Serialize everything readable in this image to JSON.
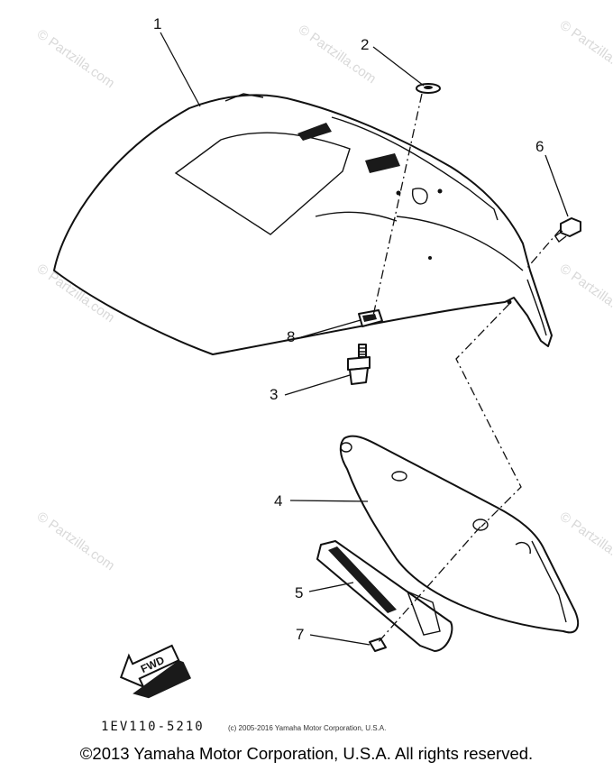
{
  "callouts": [
    "1",
    "2",
    "3",
    "4",
    "5",
    "6",
    "7",
    "8"
  ],
  "fwd_label": "FWD",
  "diagram_code": "1EV110-5210",
  "diagram_copyright": "(c) 2005-2016 Yamaha Motor Corporation, U.S.A.",
  "watermark_text": "© Partzilla.com",
  "footer": "©2013 Yamaha Motor Corporation, U.S.A. All rights reserved."
}
